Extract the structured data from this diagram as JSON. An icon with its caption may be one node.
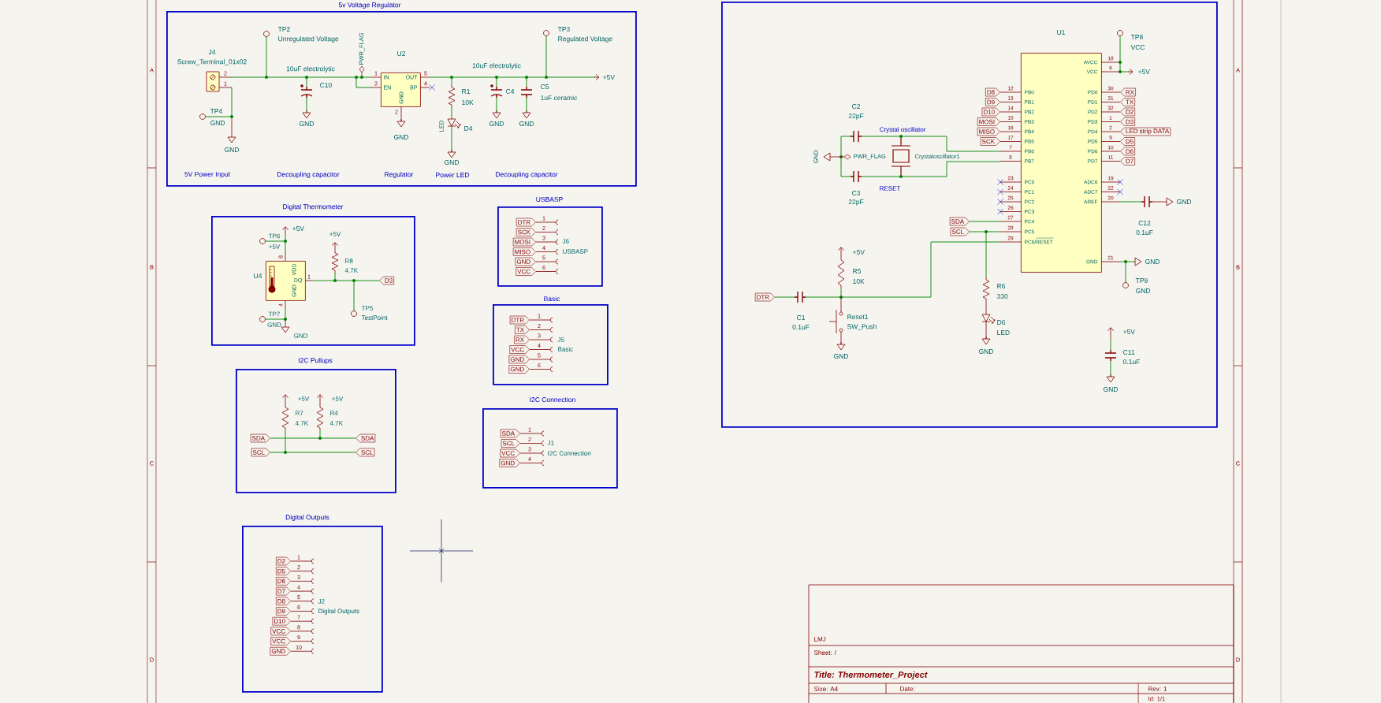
{
  "diagram": {
    "nodes": [
      {
        "text": [
          "5v Voltage Regulator"
        ]
      },
      {
        "text": [
          "IN",
          "EN",
          "OUT",
          "BP",
          "GND"
        ],
        "beside": [
          "U2"
        ],
        "in": 0
      },
      {
        "text": [],
        "shape": "box"
      },
      {
        "text": [
          "AVCC",
          "VCC",
          "PB0",
          "PB1",
          "PB2",
          "PB3",
          "PB4",
          "PB5",
          "PB6",
          "PB7",
          "PD0",
          "PD1",
          "PD2",
          "PD3",
          "PD4",
          "PD5",
          "PD6",
          "PD7",
          "PC0",
          "PC1",
          "PC2",
          "PC3",
          "ADC6",
          "ADC7",
          "AREF",
          "PC4",
          "PC5",
          "PC6/RESET",
          "GND"
        ],
        "beside": [
          "U1"
        ],
        "in": 2
      },
      {
        "text": [
          "Digital Thermometer"
        ]
      },
      {
        "text": [
          "VDD",
          "GND",
          "DQ"
        ],
        "beside": [
          "U4"
        ],
        "in": 4
      },
      {
        "text": [
          "USBASP"
        ]
      },
      {
        "text": [
          "Basic"
        ]
      },
      {
        "text": [
          "I2C Pullups"
        ]
      },
      {
        "text": [
          "I2C Connection"
        ]
      },
      {
        "text": [
          "Digital Outputs"
        ]
      }
    ],
    "labels": [
      "TP2",
      "Unregulated Voltage",
      "J4",
      "Screw_Terminal_01x02",
      "PWR_FLAG",
      "10uF electrolytic",
      "10uF electrolytic",
      "TP3",
      "Regulated Voltage",
      "2",
      "1",
      "1",
      "3",
      "5",
      "4",
      "2",
      "+5V",
      "C10",
      "R1",
      "10K",
      "C4",
      "C5",
      "1uF ceramic",
      "TP4",
      "GND",
      "LED",
      "D4",
      "GND",
      "GND",
      "GND",
      "GND",
      "GND",
      "GND",
      "5V Power Input",
      "Decoupling capacitor",
      "Regulator",
      "Power LED",
      "Decoupling capacitor",
      "TP8",
      "VCC",
      "18",
      "6",
      "+5V",
      "12",
      "D8",
      "13",
      "D9",
      "14",
      "D10",
      "15",
      "MOSI",
      "16",
      "MISO",
      "17",
      "SCK",
      "7",
      "8",
      "30",
      "RX",
      "31",
      "TX",
      "32",
      "D2",
      "1",
      "D3",
      "2",
      "LED strip DATA",
      "9",
      "D5",
      "10",
      "D6",
      "11",
      "D7",
      "23",
      "24",
      "25",
      "26",
      "19",
      "22",
      "20",
      "GND",
      "C12",
      "0.1uF",
      "27",
      "SDA",
      "28",
      "SCL",
      "29",
      "21",
      "GND",
      "TP9",
      "GND",
      "C2",
      "22pF",
      "Crystal oscillator",
      "GND",
      "PWR_FLAG",
      "Crystaloscillator1",
      "RESET",
      "C3",
      "22pF",
      "DTR",
      "+5V",
      "R5",
      "10K",
      "C1",
      "0.1uF",
      "Reset1",
      "SW_Push",
      "GND",
      "R6",
      "330",
      "D6",
      "LED",
      "GND",
      "+5V",
      "C11",
      "0.1uF",
      "GND",
      "+5V",
      "TP6",
      "+5V",
      "+5V",
      "8",
      "1",
      "R8",
      "4.7K",
      "D3",
      "4",
      "TP7",
      "GND",
      "TP5",
      "TestPoint",
      "GND",
      "+5V",
      "+5V",
      "R7",
      "4.7K",
      "R4",
      "4.7K",
      "SDA",
      "SDA",
      "SCL",
      "SCL",
      "DTR",
      "1",
      "SCK",
      "2",
      "MOSI",
      "3",
      "MISO",
      "4",
      "GND",
      "5",
      "VCC",
      "6",
      "J6",
      "USBASP",
      "DTR",
      "1",
      "TX",
      "2",
      "RX",
      "3",
      "VCC",
      "4",
      "GND",
      "5",
      "GND",
      "6",
      "J5",
      "Basic",
      "SDA",
      "1",
      "SCL",
      "2",
      "VCC",
      "3",
      "GND",
      "4",
      "J1",
      "I2C Connection",
      "D2",
      "1",
      "D5",
      "2",
      "D6",
      "3",
      "D7",
      "4",
      "D8",
      "5",
      "D9",
      "6",
      "D10",
      "7",
      "VCC",
      "8",
      "VCC",
      "9",
      "GND",
      "10",
      "J2",
      "Digital Outputs",
      "LMJ",
      "Sheet: /",
      "Title: Thermometer_Project",
      "Size: A4",
      "Date:",
      "Rev: 1",
      "Id: 1/1",
      "A",
      "B",
      "C",
      "D",
      "A",
      "B",
      "C",
      "D"
    ]
  }
}
